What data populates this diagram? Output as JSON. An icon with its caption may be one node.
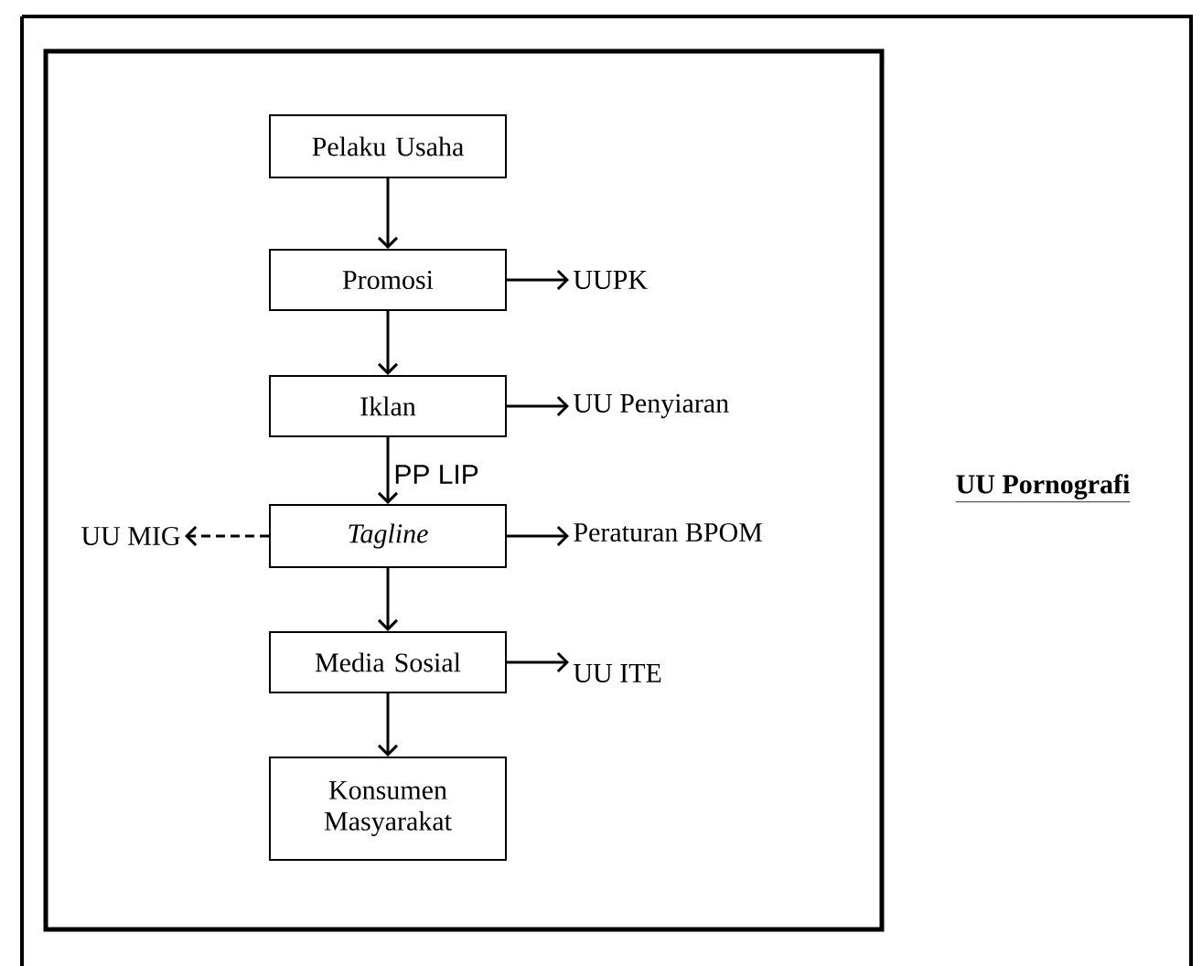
{
  "diagram": {
    "nodes": [
      {
        "text": [
          "UU Pornografi"
        ]
      },
      {
        "text": [],
        "shape": "box",
        "in": 0
      },
      {
        "text": [
          "Pelaku Usaha"
        ],
        "in": 1
      },
      {
        "text": [
          "Promosi"
        ],
        "in": 1
      },
      {
        "text": [
          "UUPK"
        ],
        "in": 1
      },
      {
        "text": [
          "Iklan"
        ],
        "in": 1
      },
      {
        "text": [
          "UU Penyiaran"
        ],
        "in": 1
      },
      {
        "text": [
          "UU MIG"
        ],
        "in": 1
      },
      {
        "text": [
          "Tagline"
        ],
        "in": 1
      },
      {
        "text": [
          "Peraturan BPOM"
        ],
        "in": 1
      },
      {
        "text": [
          "Media Sosial"
        ],
        "in": 1
      },
      {
        "text": [
          "UU ITE"
        ],
        "in": 1
      },
      {
        "text": [
          "Konsumen Masyarakat"
        ],
        "in": 1
      }
    ],
    "edges": [
      {
        "from": 2,
        "to": 3,
        "arrow": "to"
      },
      {
        "from": 3,
        "to": 4,
        "arrow": "to"
      },
      {
        "from": 3,
        "to": 5,
        "arrow": "to"
      },
      {
        "from": 5,
        "to": 6,
        "arrow": "to"
      },
      {
        "from": 5,
        "to": 8,
        "arrow": "to",
        "label": "PP LIP"
      },
      {
        "from": 8,
        "to": 7,
        "arrow": "to",
        "style": "dashed"
      },
      {
        "from": 8,
        "to": 9,
        "arrow": "to"
      },
      {
        "from": 8,
        "to": 10,
        "arrow": "to"
      },
      {
        "from": 10,
        "to": 11,
        "arrow": "to"
      },
      {
        "from": 10,
        "to": 12,
        "arrow": "to"
      }
    ]
  }
}
